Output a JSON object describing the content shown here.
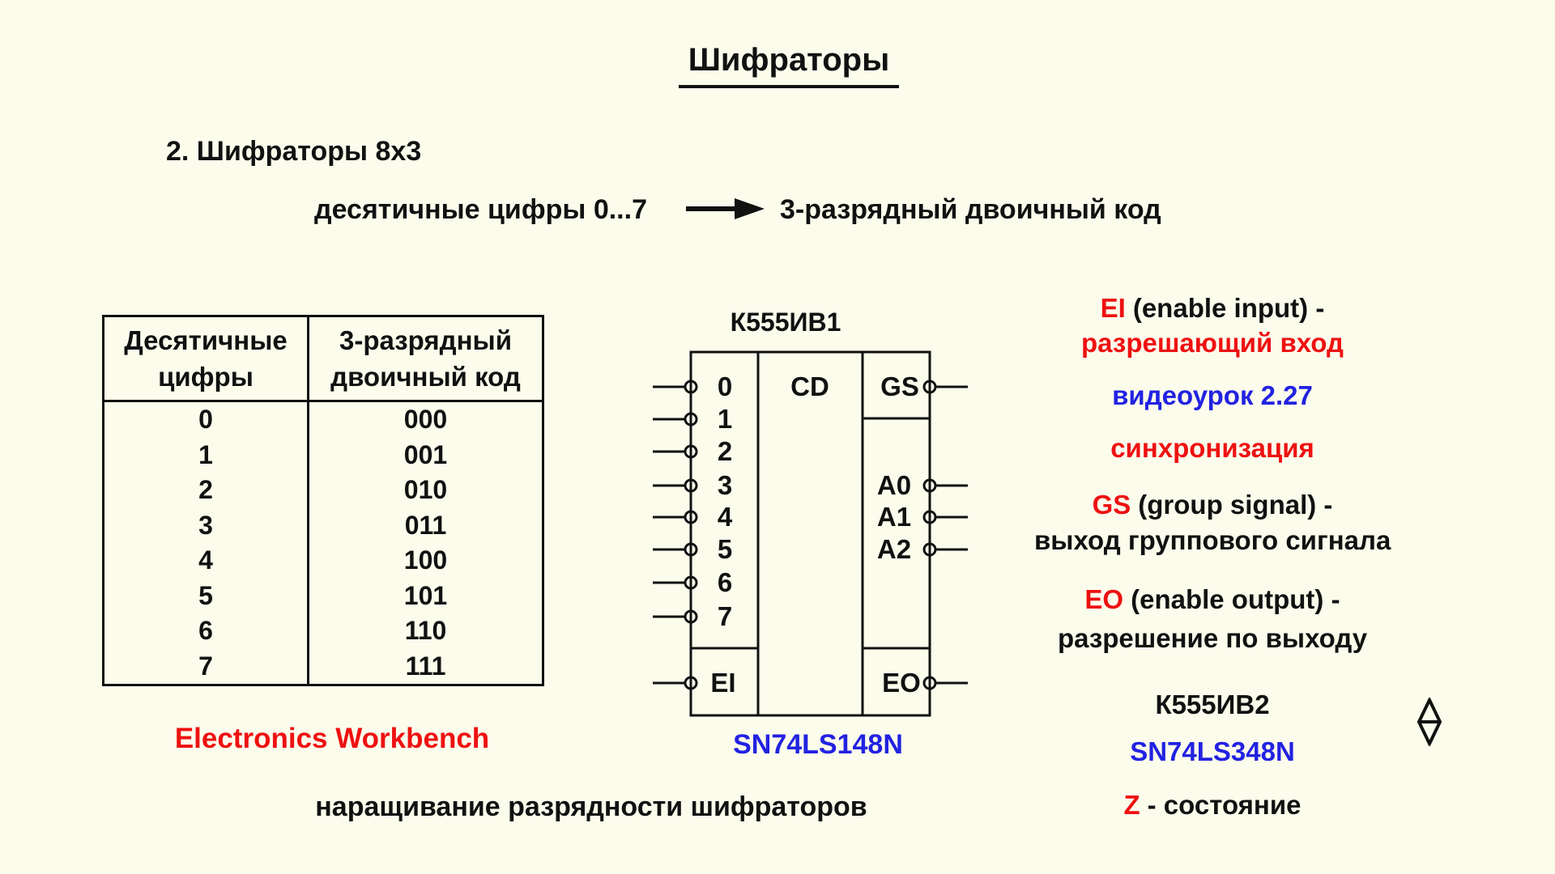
{
  "colors": {
    "background": "#FCFCEC",
    "text": "#111111",
    "red": "#EE1111",
    "blue": "#2222E2"
  },
  "header": {
    "title": "Шифраторы"
  },
  "section": {
    "heading": "2. Шифраторы 8x3"
  },
  "flow": {
    "source": "десятичные цифры 0...7",
    "target": "3-разрядный двоичный код"
  },
  "table": {
    "col1_header": [
      "Десятичные",
      "цифры"
    ],
    "col2_header": [
      "3-разрядный",
      "двоичный код"
    ],
    "digits": [
      "0",
      "1",
      "2",
      "3",
      "4",
      "5",
      "6",
      "7"
    ],
    "codes": [
      "000",
      "001",
      "010",
      "011",
      "100",
      "101",
      "110",
      "111"
    ]
  },
  "chip": {
    "title": "К555ИВ1",
    "function_label": "CD",
    "inputs": [
      "0",
      "1",
      "2",
      "3",
      "4",
      "5",
      "6",
      "7"
    ],
    "enable_input": "EI",
    "group_signal": "GS",
    "address_outputs": [
      "A0",
      "A1",
      "A2"
    ],
    "enable_output": "EO",
    "part_number": "SN74LS148N"
  },
  "notes": {
    "ei": {
      "term": "EI",
      "rest": "(enable input) -"
    },
    "ei_desc": "разрешающий вход",
    "video_lesson": "видеоурок 2.27",
    "sync": "синхронизация",
    "gs": {
      "term": "GS",
      "rest": "(group signal) -"
    },
    "gs_desc": "выход группового сигнала",
    "eo": {
      "term": "EO",
      "rest": "(enable output) -"
    },
    "eo_desc": "разрешение по выходу",
    "chip2_title": "К555ИВ2",
    "chip2_part": "SN74LS348N",
    "z": {
      "term": "Z",
      "rest": "- состояние"
    }
  },
  "footer": {
    "software": "Electronics Workbench",
    "caption": "наращивание разрядности шифраторов"
  }
}
